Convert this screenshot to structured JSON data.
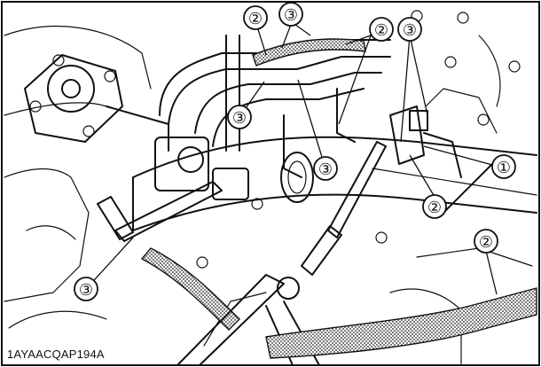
{
  "figure_code": "1AYAACQAP194A",
  "callouts": [
    {
      "label": "①"
    },
    {
      "label": "②"
    },
    {
      "label": "②"
    },
    {
      "label": "②"
    },
    {
      "label": "②"
    },
    {
      "label": "③"
    },
    {
      "label": "③"
    },
    {
      "label": "③"
    },
    {
      "label": "③"
    },
    {
      "label": "③"
    }
  ]
}
